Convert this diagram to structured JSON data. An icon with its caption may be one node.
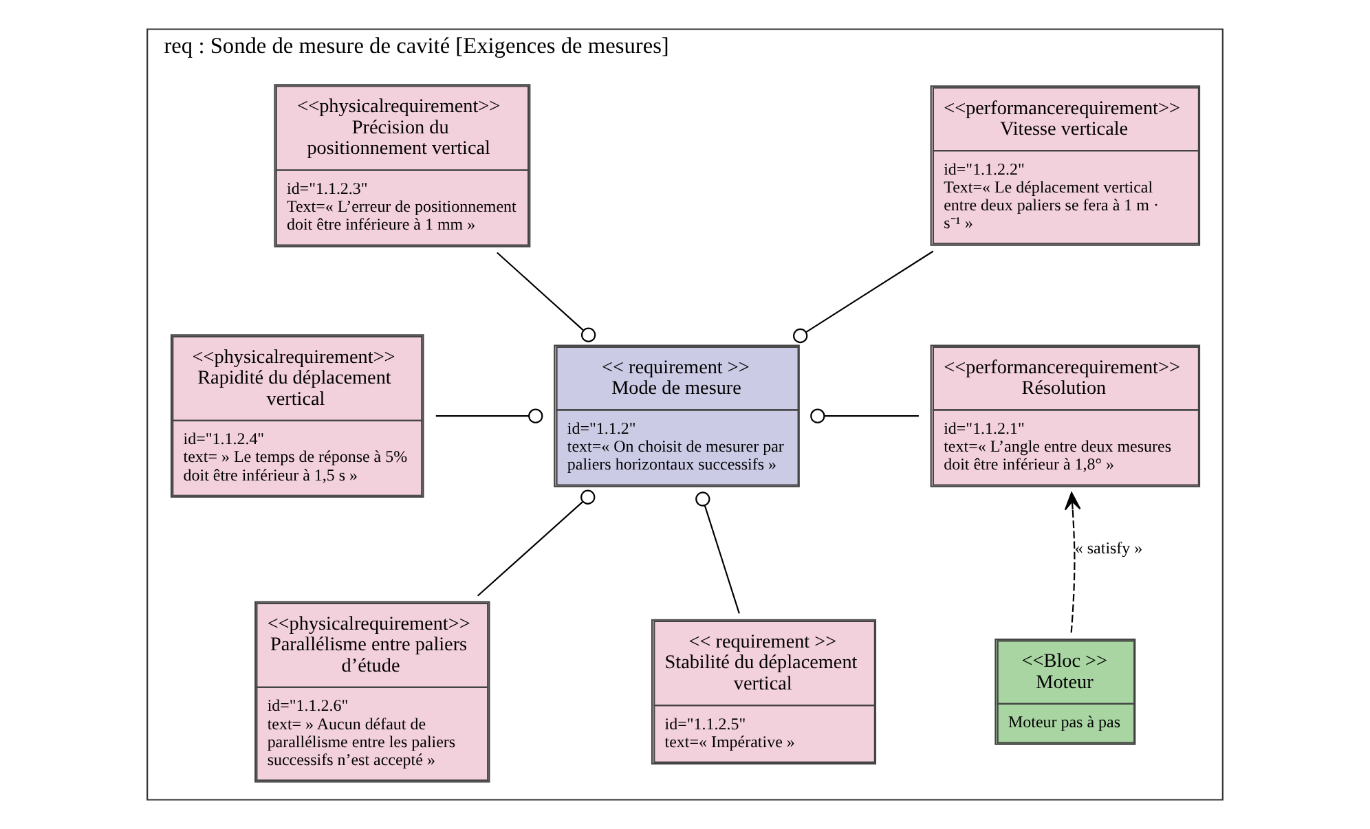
{
  "diagram": {
    "nodes": [
      {
        "text": [
          "req : Sonde de mesure de cavité [Exigences de mesures]"
        ]
      },
      {
        "text": [
          "<<performancerequirement>>",
          "Vitesse verticale",
          "id=\"1.1.2.2\"",
          "Text=« Le déplacement vertical entre deux paliers se fera à 1 m · s⁻¹ »"
        ],
        "in": 0
      },
      {
        "text": [
          "<<physicalrequirement>>",
          "Précision du positionnement vertical",
          "id=\"1.1.2.3\"",
          "Text=« L’erreur de positionnement doit être inférieure à 1 mm »"
        ],
        "in": 0
      },
      {
        "text": [
          "<<performancerequirement>>",
          "Résolution",
          "id=\"1.1.2.1\"",
          "text=« L’angle entre deux mesures doit être inférieur à 1,8° »"
        ],
        "in": 0
      },
      {
        "text": [
          "<< requirement >>",
          "Mode de mesure",
          "id=\"1.1.2\"",
          "text=« On choisit de mesurer par paliers horizontaux successifs »"
        ],
        "in": 0
      },
      {
        "text": [
          "<<physicalrequirement>>",
          "Rapidité du déplacement vertical",
          "id=\"1.1.2.4\"",
          "text= » Le temps de réponse à 5% doit être inférieur à 1,5 s »"
        ],
        "in": 0
      },
      {
        "text": [
          "<<Bloc >>",
          "Moteur",
          "Moteur pas à pas"
        ],
        "in": 0
      },
      {
        "text": [
          "<<physicalrequirement>>",
          "Parallélisme entre paliers d’étude",
          "id=\"1.1.2.6\"",
          "text= » Aucun défaut de parallélisme entre les paliers successifs n’est accepté »"
        ],
        "in": 0
      },
      {
        "text": [
          "<< requirement >>",
          "Stabilité du déplacement vertical",
          "id=\"1.1.2.5\"",
          "text=« Impérative »"
        ],
        "in": 0
      }
    ],
    "edges": [
      {
        "from": 1,
        "to": 4,
        "arrow": "other"
      },
      {
        "from": 2,
        "to": 4,
        "arrow": "other"
      },
      {
        "from": 3,
        "to": 4,
        "arrow": "other"
      },
      {
        "from": 5,
        "to": 4,
        "arrow": "other"
      },
      {
        "from": 7,
        "to": 4,
        "arrow": "other"
      },
      {
        "from": 8,
        "to": 4,
        "arrow": "other"
      },
      {
        "from": 6,
        "to": 3,
        "arrow": "to",
        "style": "dashed",
        "label": "« satisfy »"
      }
    ]
  }
}
